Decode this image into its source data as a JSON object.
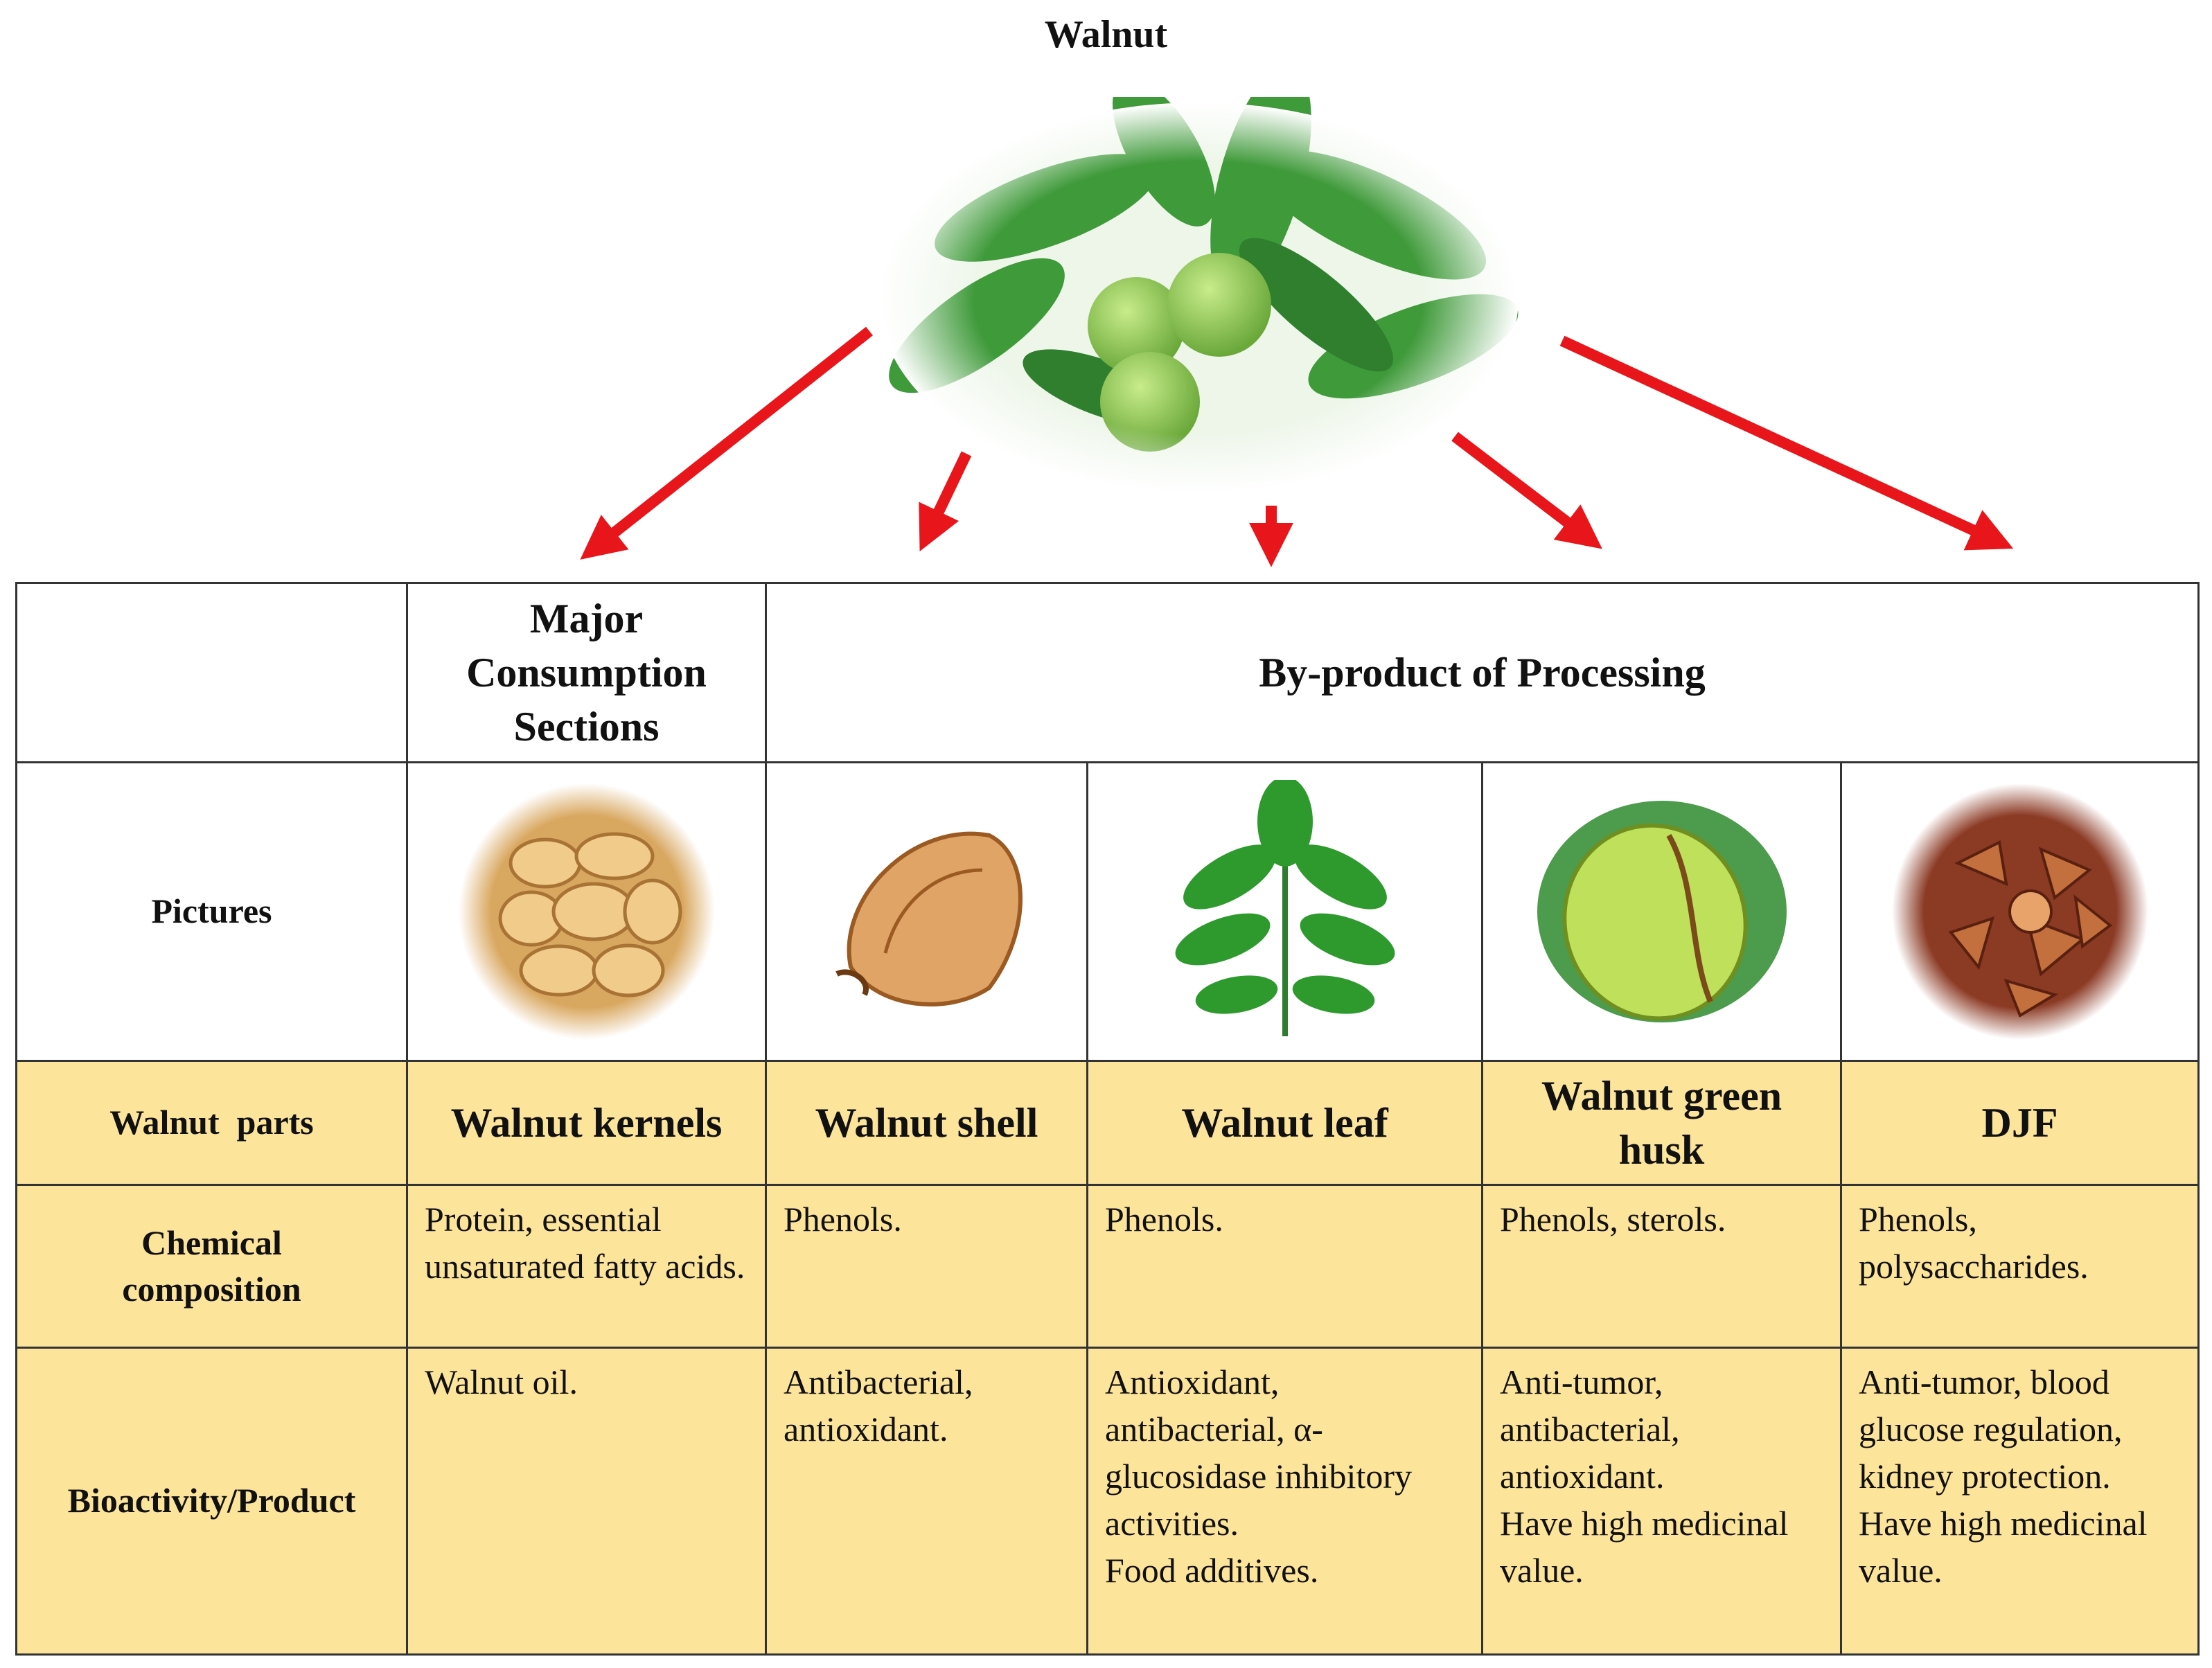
{
  "title": "Walnut",
  "header": {
    "major": "Major Consumption Sections",
    "byproduct": "By-product of Processing"
  },
  "rows": {
    "pictures": "Pictures",
    "parts": "Walnut  parts",
    "chemical": "Chemical composition",
    "bioactivity": "Bioactivity/Product"
  },
  "columns": [
    {
      "part": "Walnut kernels",
      "chemical": "Protein, essential unsaturated fatty acids.",
      "bioactivity": [
        "Walnut oil."
      ],
      "icon": "walnut-kernel-icon"
    },
    {
      "part": "Walnut shell",
      "chemical": "Phenols.",
      "bioactivity": [
        "Antibacterial, antioxidant."
      ],
      "icon": "walnut-shell-icon"
    },
    {
      "part": "Walnut leaf",
      "chemical": "Phenols.",
      "bioactivity": [
        "Antioxidant, antibacterial, α-glucosidase inhibitory activities.",
        "Food additives."
      ],
      "icon": "walnut-leaf-icon"
    },
    {
      "part": "Walnut green husk",
      "chemical": "Phenols, sterols.",
      "bioactivity": [
        "Anti-tumor, antibacterial, antioxidant.",
        "Have high medicinal value."
      ],
      "icon": "green-husk-icon"
    },
    {
      "part": "DJF",
      "chemical": "Phenols, polysaccharides.",
      "bioactivity": [
        "Anti-tumor, blood glucose regulation, kidney protection.",
        "Have high medicinal value."
      ],
      "icon": "djf-icon"
    }
  ],
  "colors": {
    "arrow": "#e8161b",
    "highlight_rows": "#fde49b",
    "leaf": "#2e9a2e",
    "kernel": "#d9a860",
    "husk": "#bfe05a",
    "djf": "#8b3a24"
  }
}
